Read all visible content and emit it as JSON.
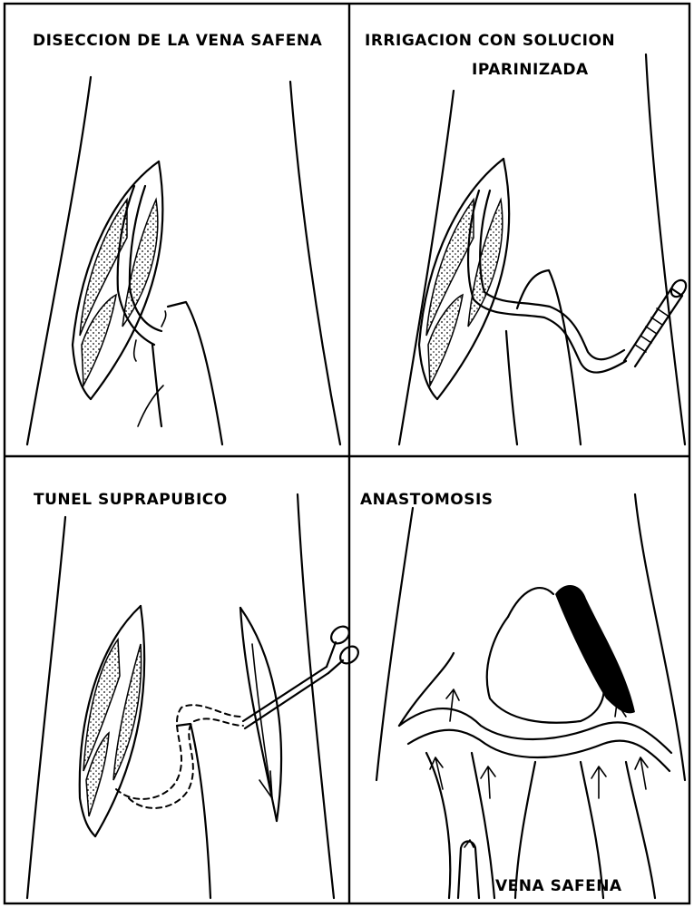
{
  "panels": {
    "top_left": {
      "title": "DISECCION DE LA VENA SAFENA"
    },
    "top_right": {
      "title_line1": "IRRIGACION CON SOLUCION",
      "title_line2": "IPARINIZADA"
    },
    "bottom_left": {
      "title": "TUNEL SUPRAPUBICO"
    },
    "bottom_right": {
      "title": "ANASTOMOSIS",
      "label": "VENA SAFENA"
    }
  },
  "colors": {
    "ink": "#000000",
    "background": "#ffffff"
  }
}
